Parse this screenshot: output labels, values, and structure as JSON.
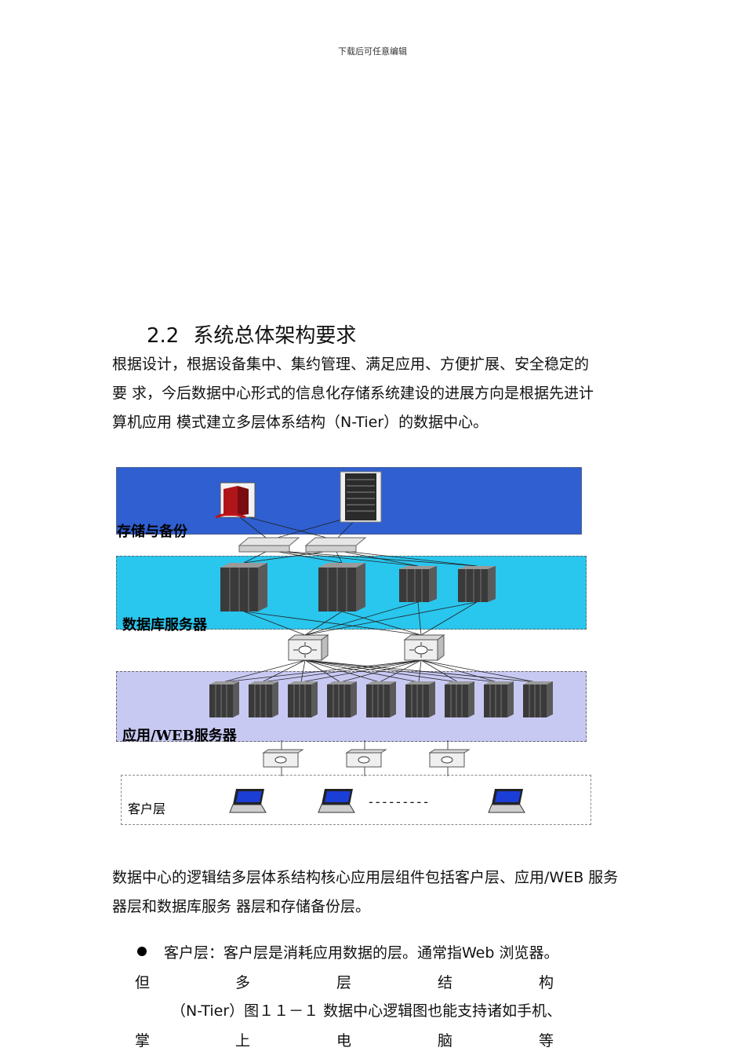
{
  "header": {
    "note": "下载后可任意编辑"
  },
  "section": {
    "number": "2.2",
    "title": "系统总体架构要求"
  },
  "intro_lines": [
    "根据设计，根据设备集中、集约管理、满足应用、方便扩展、安全稳定的",
    "要 求，今后数据中心形式的信息化存储系统建设的进展方向是根据先进计",
    "算机应用 模式建立多层体系结构（N-Tier）的数据中心。"
  ],
  "diagram": {
    "layers": {
      "storage": "存储与备份",
      "database": "数据库服务器",
      "app": "应用/WEB服务器",
      "client": "客户层"
    },
    "client_ellipsis": "---------",
    "colors": {
      "storage": "#2f5fd0",
      "database": "#29c6ee",
      "app": "#c8c9f3",
      "client": "#ffffff"
    },
    "icons": {
      "storage_array": "storage-array-icon",
      "rack_server": "rack-server-icon",
      "fc_switch": "fc-switch-icon",
      "network_switch": "network-switch-icon",
      "laptop": "laptop-icon"
    }
  },
  "summary_lines": [
    "数据中心的逻辑结多层体系结构核心应用层组件包括客户层、应用/WEB 服务",
    "器层和数据库服务 器层和存储备份层。"
  ],
  "bullet": {
    "text": "客户层：客户层是消耗应用数据的层。通常指Web 浏览器。"
  },
  "spread_line_1": [
    "但",
    "多",
    "层",
    "结",
    "构"
  ],
  "line_2": "（N-Tier）图１１－１ 数据中心逻辑图也能支持诸如手机、",
  "spread_line_3": [
    "掌",
    "上",
    "电",
    "脑",
    "等"
  ]
}
